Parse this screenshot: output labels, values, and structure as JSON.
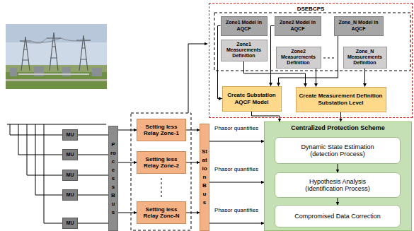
{
  "diagram": {
    "nodes": [
      {
        "text": [
          "DSEBCPS"
        ]
      },
      {
        "text": [
          "Zone1 Model in AQCF"
        ],
        "in": 0
      },
      {
        "text": [
          "Zone2 Model in AQCF"
        ],
        "in": 0
      },
      {
        "text": [
          "Zone_N Model in AQCF"
        ],
        "in": 0
      },
      {
        "text": [
          "Zone1 Measurements Definition"
        ],
        "in": 0
      },
      {
        "text": [
          "Zone2 Measurements Definition"
        ],
        "in": 0
      },
      {
        "text": [
          "Zone_N Measurements Definition"
        ],
        "in": 0
      },
      {
        "text": [
          "Create Substation AQCF Model"
        ],
        "in": 0
      },
      {
        "text": [
          "Create Measurement Definition Substation Level"
        ],
        "in": 0
      },
      {
        "text": [
          "MU"
        ]
      },
      {
        "text": [
          "MU"
        ]
      },
      {
        "text": [
          "MU"
        ]
      },
      {
        "text": [
          "MU"
        ]
      },
      {
        "text": [
          "MU"
        ]
      },
      {
        "text": [
          "Process Bus"
        ]
      },
      {
        "text": [
          "Setting less Relay Zone-1"
        ]
      },
      {
        "text": [
          "Setting less Relay Zone-2"
        ]
      },
      {
        "text": [
          "Setting less Relay Zone-N"
        ]
      },
      {
        "text": [
          "Station Bus"
        ]
      },
      {
        "text": [
          "Centralized Protection Scheme"
        ]
      },
      {
        "text": [
          "Dynamic State Estimation",
          "(detection Process)"
        ],
        "in": 19
      },
      {
        "text": [
          "Hypothesis Analysis",
          "(Identification Process)"
        ],
        "in": 19
      },
      {
        "text": [
          "Compromised Data Correction"
        ],
        "in": 19
      }
    ],
    "edges": [
      {
        "from": 9,
        "to": 14,
        "arrow": "none"
      },
      {
        "from": 10,
        "to": 14,
        "arrow": "none"
      },
      {
        "from": 11,
        "to": 14,
        "arrow": "none"
      },
      {
        "from": 12,
        "to": 14,
        "arrow": "none"
      },
      {
        "from": 13,
        "to": 14,
        "arrow": "none"
      },
      {
        "from": 14,
        "to": 15,
        "arrow": "to"
      },
      {
        "from": 14,
        "to": 16,
        "arrow": "to"
      },
      {
        "from": 14,
        "to": 17,
        "arrow": "to"
      },
      {
        "from": 15,
        "to": 18,
        "arrow": "to"
      },
      {
        "from": 16,
        "to": 18,
        "arrow": "to"
      },
      {
        "from": 17,
        "to": 18,
        "arrow": "to"
      },
      {
        "from": 18,
        "to": 19,
        "label": "Phasor quantifies",
        "arrow": "to"
      },
      {
        "from": 18,
        "to": 19,
        "label": "Phasor quantifies",
        "arrow": "to"
      },
      {
        "from": 18,
        "to": 19,
        "label": "Phasor quantifies",
        "arrow": "to"
      },
      {
        "from": 1,
        "to": 7,
        "arrow": "to"
      },
      {
        "from": 2,
        "to": 7,
        "arrow": "to"
      },
      {
        "from": 3,
        "to": 7,
        "arrow": "to"
      },
      {
        "from": 4,
        "to": 8,
        "arrow": "to"
      },
      {
        "from": 5,
        "to": 8,
        "arrow": "to"
      },
      {
        "from": 6,
        "to": 8,
        "arrow": "to"
      },
      {
        "from": 7,
        "to": 19,
        "arrow": "to"
      },
      {
        "from": 8,
        "to": 19,
        "arrow": "to"
      },
      {
        "from": 20,
        "to": 21,
        "arrow": "to"
      },
      {
        "from": 21,
        "to": 22,
        "arrow": "to"
      }
    ]
  }
}
